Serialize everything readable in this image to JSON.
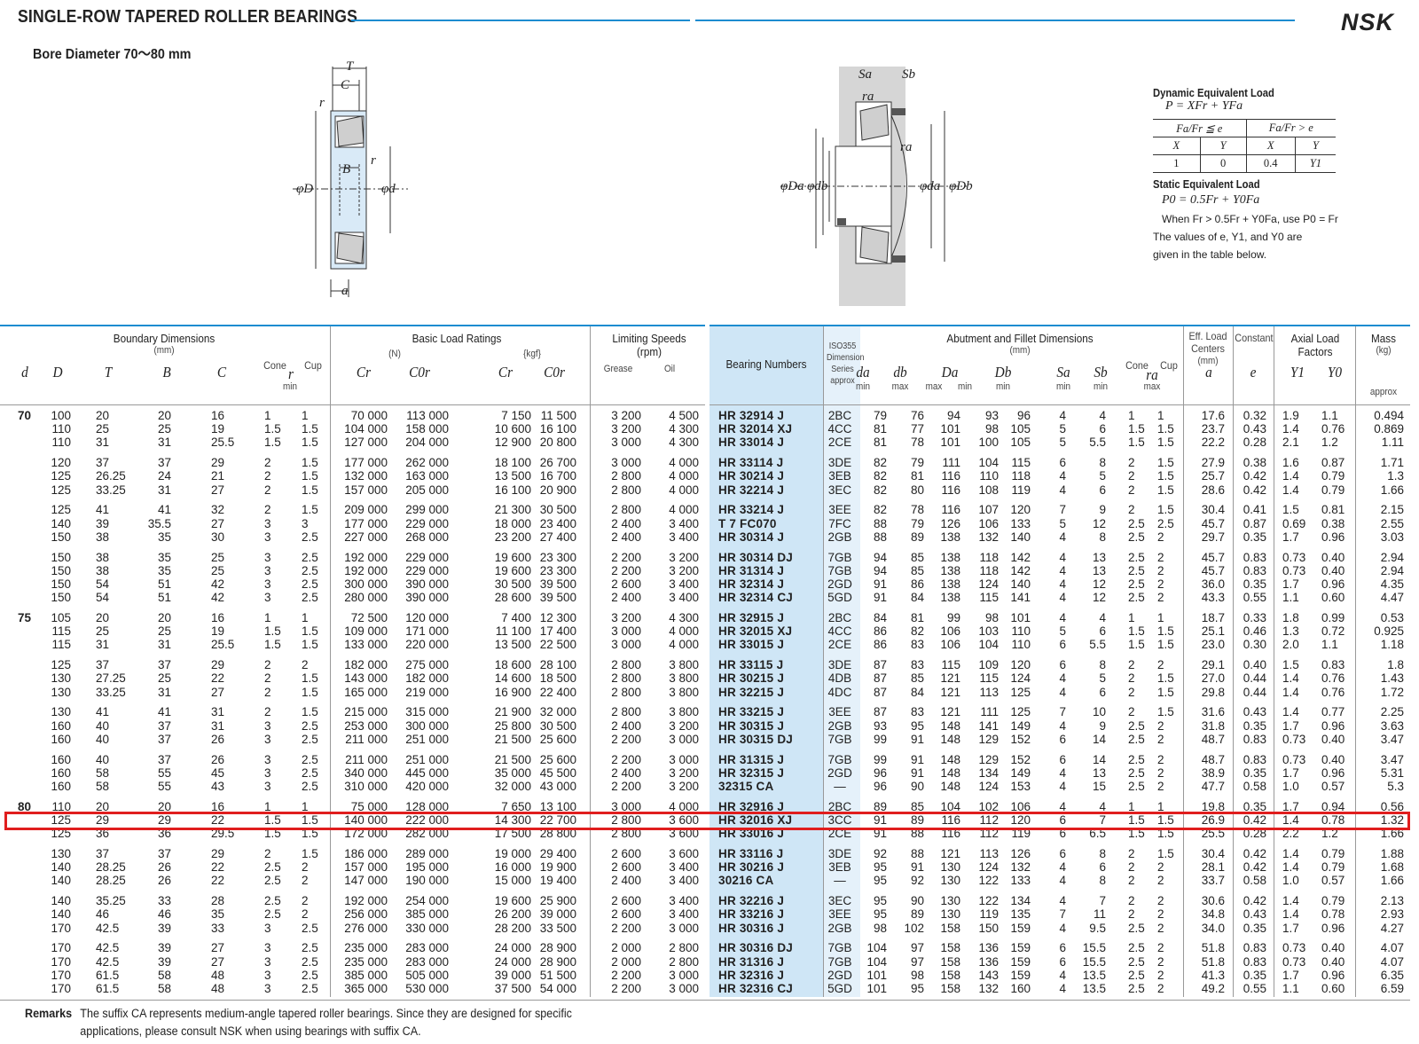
{
  "header": {
    "title": "SINGLE-ROW TAPERED ROLLER BEARINGS",
    "bore_label": "Bore Diameter   70～80 mm",
    "logo": "NSK"
  },
  "figure_left_labels": [
    "T",
    "C",
    "r",
    "B",
    "r",
    "φD",
    "φd",
    "a"
  ],
  "figure_right_labels": [
    "Sa",
    "Sb",
    "ra",
    "ra",
    "φDa",
    "φdb",
    "φda",
    "φDb"
  ],
  "equivalent_load": {
    "dynamic_title": "Dynamic Equivalent Load",
    "dynamic_formula": "P = XFr + YFa",
    "head_left": "Fa/Fr ≦ e",
    "head_right": "Fa/Fr > e",
    "cols": [
      "X",
      "Y",
      "X",
      "Y"
    ],
    "vals": [
      "1",
      "0",
      "0.4",
      "Y1"
    ],
    "static_title": "Static Equivalent Load",
    "static_formula": "P0 = 0.5Fr + Y0Fa",
    "static_note": "When Fr > 0.5Fr + Y0Fa, use P0 = Fr",
    "static_note2": "The values of e, Y1, and Y0 are",
    "static_note3": "given in the table below."
  },
  "table_headers": {
    "boundary": "Boundary Dimensions",
    "boundary_unit": "(mm)",
    "basic_load": "Basic Load Ratings",
    "unit_n": "(N)",
    "unit_kgf": "{kgf}",
    "limiting": "Limiting Speeds",
    "limiting_unit": "(rpm)",
    "grease": "Grease",
    "oil": "Oil",
    "bearing_numbers": "Bearing Numbers",
    "iso": "ISO355 Dimension Series approx",
    "abutment": "Abutment and Fillet Dimensions",
    "abutment_unit": "(mm)",
    "eff_load": "Eff. Load Centers",
    "eff_unit": "(mm)",
    "constant": "Constant",
    "axial": "Axial Load Factors",
    "mass": "Mass",
    "mass_unit": "(kg)",
    "approx": "approx",
    "cone": "Cone",
    "cup": "Cup",
    "min": "min",
    "max": "max",
    "d": "d",
    "D": "D",
    "T": "T",
    "B": "B",
    "C": "C",
    "r": "r",
    "Cr": "Cr",
    "C0r": "C0r",
    "da": "da",
    "db": "db",
    "Da": "Da",
    "Db": "Db",
    "Sa": "Sa",
    "Sb": "Sb",
    "ra": "ra",
    "a": "a",
    "e": "e",
    "Y1": "Y1",
    "Y0": "Y0"
  },
  "rows": [
    [
      "70",
      "100",
      "20",
      "20",
      "16",
      "1",
      "1",
      "70 000",
      "113 000",
      "7 150",
      "11 500",
      "3 200",
      "4 500",
      "HR 32914 J",
      "2BC",
      "79",
      "76",
      "94",
      "93",
      "96",
      "4",
      "4",
      "1",
      "1",
      "17.6",
      "0.32",
      "1.9",
      "1.1",
      "0.494"
    ],
    [
      "",
      "110",
      "25",
      "25",
      "19",
      "1.5",
      "1.5",
      "104 000",
      "158 000",
      "10 600",
      "16 100",
      "3 200",
      "4 300",
      "HR 32014 XJ",
      "4CC",
      "81",
      "77",
      "101",
      "98",
      "105",
      "5",
      "6",
      "1.5",
      "1.5",
      "23.7",
      "0.43",
      "1.4",
      "0.76",
      "0.869"
    ],
    [
      "",
      "110",
      "31",
      "31",
      "25.5",
      "1.5",
      "1.5",
      "127 000",
      "204 000",
      "12 900",
      "20 800",
      "3 000",
      "4 300",
      "HR 33014 J",
      "2CE",
      "81",
      "78",
      "101",
      "100",
      "105",
      "5",
      "5.5",
      "1.5",
      "1.5",
      "22.2",
      "0.28",
      "2.1",
      "1.2",
      "1.11"
    ],
    [
      "",
      "120",
      "37",
      "37",
      "29",
      "2",
      "1.5",
      "177 000",
      "262 000",
      "18 100",
      "26 700",
      "3 000",
      "4 000",
      "HR 33114 J",
      "3DE",
      "82",
      "79",
      "111",
      "104",
      "115",
      "6",
      "8",
      "2",
      "1.5",
      "27.9",
      "0.38",
      "1.6",
      "0.87",
      "1.71"
    ],
    [
      "",
      "125",
      "26.25",
      "24",
      "21",
      "2",
      "1.5",
      "132 000",
      "163 000",
      "13 500",
      "16 700",
      "2 800",
      "4 000",
      "HR 30214 J",
      "3EB",
      "82",
      "81",
      "116",
      "110",
      "118",
      "4",
      "5",
      "2",
      "1.5",
      "25.7",
      "0.42",
      "1.4",
      "0.79",
      "1.3"
    ],
    [
      "",
      "125",
      "33.25",
      "31",
      "27",
      "2",
      "1.5",
      "157 000",
      "205 000",
      "16 100",
      "20 900",
      "2 800",
      "4 000",
      "HR 32214 J",
      "3EC",
      "82",
      "80",
      "116",
      "108",
      "119",
      "4",
      "6",
      "2",
      "1.5",
      "28.6",
      "0.42",
      "1.4",
      "0.79",
      "1.66"
    ],
    [
      "",
      "125",
      "41",
      "41",
      "32",
      "2",
      "1.5",
      "209 000",
      "299 000",
      "21 300",
      "30 500",
      "2 800",
      "4 000",
      "HR 33214 J",
      "3EE",
      "82",
      "78",
      "116",
      "107",
      "120",
      "7",
      "9",
      "2",
      "1.5",
      "30.4",
      "0.41",
      "1.5",
      "0.81",
      "2.15"
    ],
    [
      "",
      "140",
      "39",
      "35.5",
      "27",
      "3",
      "3",
      "177 000",
      "229 000",
      "18 000",
      "23 400",
      "2 400",
      "3 400",
      "T 7 FC070",
      "7FC",
      "88",
      "79",
      "126",
      "106",
      "133",
      "5",
      "12",
      "2.5",
      "2.5",
      "45.7",
      "0.87",
      "0.69",
      "0.38",
      "2.55"
    ],
    [
      "",
      "150",
      "38",
      "35",
      "30",
      "3",
      "2.5",
      "227 000",
      "268 000",
      "23 200",
      "27 400",
      "2 400",
      "3 400",
      "HR 30314 J",
      "2GB",
      "88",
      "89",
      "138",
      "132",
      "140",
      "4",
      "8",
      "2.5",
      "2",
      "29.7",
      "0.35",
      "1.7",
      "0.96",
      "3.03"
    ],
    [
      "",
      "150",
      "38",
      "35",
      "25",
      "3",
      "2.5",
      "192 000",
      "229 000",
      "19 600",
      "23 300",
      "2 200",
      "3 200",
      "HR 30314 DJ",
      "7GB",
      "94",
      "85",
      "138",
      "118",
      "142",
      "4",
      "13",
      "2.5",
      "2",
      "45.7",
      "0.83",
      "0.73",
      "0.40",
      "2.94"
    ],
    [
      "",
      "150",
      "38",
      "35",
      "25",
      "3",
      "2.5",
      "192 000",
      "229 000",
      "19 600",
      "23 300",
      "2 200",
      "3 200",
      "HR 31314 J",
      "7GB",
      "94",
      "85",
      "138",
      "118",
      "142",
      "4",
      "13",
      "2.5",
      "2",
      "45.7",
      "0.83",
      "0.73",
      "0.40",
      "2.94"
    ],
    [
      "",
      "150",
      "54",
      "51",
      "42",
      "3",
      "2.5",
      "300 000",
      "390 000",
      "30 500",
      "39 500",
      "2 600",
      "3 400",
      "HR 32314 J",
      "2GD",
      "91",
      "86",
      "138",
      "124",
      "140",
      "4",
      "12",
      "2.5",
      "2",
      "36.0",
      "0.35",
      "1.7",
      "0.96",
      "4.35"
    ],
    [
      "",
      "150",
      "54",
      "51",
      "42",
      "3",
      "2.5",
      "280 000",
      "390 000",
      "28 600",
      "39 500",
      "2 400",
      "3 400",
      "HR 32314 CJ",
      "5GD",
      "91",
      "84",
      "138",
      "115",
      "141",
      "4",
      "12",
      "2.5",
      "2",
      "43.3",
      "0.55",
      "1.1",
      "0.60",
      "4.47"
    ],
    [
      "75",
      "105",
      "20",
      "20",
      "16",
      "1",
      "1",
      "72 500",
      "120 000",
      "7 400",
      "12 300",
      "3 200",
      "4 300",
      "HR 32915 J",
      "2BC",
      "84",
      "81",
      "99",
      "98",
      "101",
      "4",
      "4",
      "1",
      "1",
      "18.7",
      "0.33",
      "1.8",
      "0.99",
      "0.53"
    ],
    [
      "",
      "115",
      "25",
      "25",
      "19",
      "1.5",
      "1.5",
      "109 000",
      "171 000",
      "11 100",
      "17 400",
      "3 000",
      "4 000",
      "HR 32015 XJ",
      "4CC",
      "86",
      "82",
      "106",
      "103",
      "110",
      "5",
      "6",
      "1.5",
      "1.5",
      "25.1",
      "0.46",
      "1.3",
      "0.72",
      "0.925"
    ],
    [
      "",
      "115",
      "31",
      "31",
      "25.5",
      "1.5",
      "1.5",
      "133 000",
      "220 000",
      "13 500",
      "22 500",
      "3 000",
      "4 000",
      "HR 33015 J",
      "2CE",
      "86",
      "83",
      "106",
      "104",
      "110",
      "6",
      "5.5",
      "1.5",
      "1.5",
      "23.0",
      "0.30",
      "2.0",
      "1.1",
      "1.18"
    ],
    [
      "",
      "125",
      "37",
      "37",
      "29",
      "2",
      "2",
      "182 000",
      "275 000",
      "18 600",
      "28 100",
      "2 800",
      "3 800",
      "HR 33115 J",
      "3DE",
      "87",
      "83",
      "115",
      "109",
      "120",
      "6",
      "8",
      "2",
      "2",
      "29.1",
      "0.40",
      "1.5",
      "0.83",
      "1.8"
    ],
    [
      "",
      "130",
      "27.25",
      "25",
      "22",
      "2",
      "1.5",
      "143 000",
      "182 000",
      "14 600",
      "18 500",
      "2 800",
      "3 800",
      "HR 30215 J",
      "4DB",
      "87",
      "85",
      "121",
      "115",
      "124",
      "4",
      "5",
      "2",
      "1.5",
      "27.0",
      "0.44",
      "1.4",
      "0.76",
      "1.43"
    ],
    [
      "",
      "130",
      "33.25",
      "31",
      "27",
      "2",
      "1.5",
      "165 000",
      "219 000",
      "16 900",
      "22 400",
      "2 800",
      "3 800",
      "HR 32215 J",
      "4DC",
      "87",
      "84",
      "121",
      "113",
      "125",
      "4",
      "6",
      "2",
      "1.5",
      "29.8",
      "0.44",
      "1.4",
      "0.76",
      "1.72"
    ],
    [
      "",
      "130",
      "41",
      "41",
      "31",
      "2",
      "1.5",
      "215 000",
      "315 000",
      "21 900",
      "32 000",
      "2 800",
      "3 800",
      "HR 33215 J",
      "3EE",
      "87",
      "83",
      "121",
      "111",
      "125",
      "7",
      "10",
      "2",
      "1.5",
      "31.6",
      "0.43",
      "1.4",
      "0.77",
      "2.25"
    ],
    [
      "",
      "160",
      "40",
      "37",
      "31",
      "3",
      "2.5",
      "253 000",
      "300 000",
      "25 800",
      "30 500",
      "2 400",
      "3 200",
      "HR 30315 J",
      "2GB",
      "93",
      "95",
      "148",
      "141",
      "149",
      "4",
      "9",
      "2.5",
      "2",
      "31.8",
      "0.35",
      "1.7",
      "0.96",
      "3.63"
    ],
    [
      "",
      "160",
      "40",
      "37",
      "26",
      "3",
      "2.5",
      "211 000",
      "251 000",
      "21 500",
      "25 600",
      "2 200",
      "3 000",
      "HR 30315 DJ",
      "7GB",
      "99",
      "91",
      "148",
      "129",
      "152",
      "6",
      "14",
      "2.5",
      "2",
      "48.7",
      "0.83",
      "0.73",
      "0.40",
      "3.47"
    ],
    [
      "",
      "160",
      "40",
      "37",
      "26",
      "3",
      "2.5",
      "211 000",
      "251 000",
      "21 500",
      "25 600",
      "2 200",
      "3 000",
      "HR 31315 J",
      "7GB",
      "99",
      "91",
      "148",
      "129",
      "152",
      "6",
      "14",
      "2.5",
      "2",
      "48.7",
      "0.83",
      "0.73",
      "0.40",
      "3.47"
    ],
    [
      "",
      "160",
      "58",
      "55",
      "45",
      "3",
      "2.5",
      "340 000",
      "445 000",
      "35 000",
      "45 500",
      "2 400",
      "3 200",
      "HR 32315 J",
      "2GD",
      "96",
      "91",
      "148",
      "134",
      "149",
      "4",
      "13",
      "2.5",
      "2",
      "38.9",
      "0.35",
      "1.7",
      "0.96",
      "5.31"
    ],
    [
      "",
      "160",
      "58",
      "55",
      "43",
      "3",
      "2.5",
      "310 000",
      "420 000",
      "32 000",
      "43 000",
      "2 200",
      "3 200",
      "32315 CA",
      "—",
      "96",
      "90",
      "148",
      "124",
      "153",
      "4",
      "15",
      "2.5",
      "2",
      "47.7",
      "0.58",
      "1.0",
      "0.57",
      "5.3"
    ],
    [
      "80",
      "110",
      "20",
      "20",
      "16",
      "1",
      "1",
      "75 000",
      "128 000",
      "7 650",
      "13 100",
      "3 000",
      "4 000",
      "HR 32916 J",
      "2BC",
      "89",
      "85",
      "104",
      "102",
      "106",
      "4",
      "4",
      "1",
      "1",
      "19.8",
      "0.35",
      "1.7",
      "0.94",
      "0.56"
    ],
    [
      "",
      "125",
      "29",
      "29",
      "22",
      "1.5",
      "1.5",
      "140 000",
      "222 000",
      "14 300",
      "22 700",
      "2 800",
      "3 600",
      "HR 32016 XJ",
      "3CC",
      "91",
      "89",
      "116",
      "112",
      "120",
      "6",
      "7",
      "1.5",
      "1.5",
      "26.9",
      "0.42",
      "1.4",
      "0.78",
      "1.32"
    ],
    [
      "",
      "125",
      "36",
      "36",
      "29.5",
      "1.5",
      "1.5",
      "172 000",
      "282 000",
      "17 500",
      "28 800",
      "2 800",
      "3 600",
      "HR 33016 J",
      "2CE",
      "91",
      "88",
      "116",
      "112",
      "119",
      "6",
      "6.5",
      "1.5",
      "1.5",
      "25.5",
      "0.28",
      "2.2",
      "1.2",
      "1.66"
    ],
    [
      "",
      "130",
      "37",
      "37",
      "29",
      "2",
      "1.5",
      "186 000",
      "289 000",
      "19 000",
      "29 400",
      "2 600",
      "3 600",
      "HR 33116 J",
      "3DE",
      "92",
      "88",
      "121",
      "113",
      "126",
      "6",
      "8",
      "2",
      "1.5",
      "30.4",
      "0.42",
      "1.4",
      "0.79",
      "1.88"
    ],
    [
      "",
      "140",
      "28.25",
      "26",
      "22",
      "2.5",
      "2",
      "157 000",
      "195 000",
      "16 000",
      "19 900",
      "2 600",
      "3 400",
      "HR 30216 J",
      "3EB",
      "95",
      "91",
      "130",
      "124",
      "132",
      "4",
      "6",
      "2",
      "2",
      "28.1",
      "0.42",
      "1.4",
      "0.79",
      "1.68"
    ],
    [
      "",
      "140",
      "28.25",
      "26",
      "22",
      "2.5",
      "2",
      "147 000",
      "190 000",
      "15 000",
      "19 400",
      "2 400",
      "3 400",
      "30216 CA",
      "—",
      "95",
      "92",
      "130",
      "122",
      "133",
      "4",
      "8",
      "2",
      "2",
      "33.7",
      "0.58",
      "1.0",
      "0.57",
      "1.66"
    ],
    [
      "",
      "140",
      "35.25",
      "33",
      "28",
      "2.5",
      "2",
      "192 000",
      "254 000",
      "19 600",
      "25 900",
      "2 600",
      "3 400",
      "HR 32216 J",
      "3EC",
      "95",
      "90",
      "130",
      "122",
      "134",
      "4",
      "7",
      "2",
      "2",
      "30.6",
      "0.42",
      "1.4",
      "0.79",
      "2.13"
    ],
    [
      "",
      "140",
      "46",
      "46",
      "35",
      "2.5",
      "2",
      "256 000",
      "385 000",
      "26 200",
      "39 000",
      "2 600",
      "3 400",
      "HR 33216 J",
      "3EE",
      "95",
      "89",
      "130",
      "119",
      "135",
      "7",
      "11",
      "2",
      "2",
      "34.8",
      "0.43",
      "1.4",
      "0.78",
      "2.93"
    ],
    [
      "",
      "170",
      "42.5",
      "39",
      "33",
      "3",
      "2.5",
      "276 000",
      "330 000",
      "28 200",
      "33 500",
      "2 200",
      "3 000",
      "HR 30316 J",
      "2GB",
      "98",
      "102",
      "158",
      "150",
      "159",
      "4",
      "9.5",
      "2.5",
      "2",
      "34.0",
      "0.35",
      "1.7",
      "0.96",
      "4.27"
    ],
    [
      "",
      "170",
      "42.5",
      "39",
      "27",
      "3",
      "2.5",
      "235 000",
      "283 000",
      "24 000",
      "28 900",
      "2 000",
      "2 800",
      "HR 30316 DJ",
      "7GB",
      "104",
      "97",
      "158",
      "136",
      "159",
      "6",
      "15.5",
      "2.5",
      "2",
      "51.8",
      "0.83",
      "0.73",
      "0.40",
      "4.07"
    ],
    [
      "",
      "170",
      "42.5",
      "39",
      "27",
      "3",
      "2.5",
      "235 000",
      "283 000",
      "24 000",
      "28 900",
      "2 000",
      "2 800",
      "HR 31316 J",
      "7GB",
      "104",
      "97",
      "158",
      "136",
      "159",
      "6",
      "15.5",
      "2.5",
      "2",
      "51.8",
      "0.83",
      "0.73",
      "0.40",
      "4.07"
    ],
    [
      "",
      "170",
      "61.5",
      "58",
      "48",
      "3",
      "2.5",
      "385 000",
      "505 000",
      "39 000",
      "51 500",
      "2 200",
      "3 000",
      "HR 32316 J",
      "2GD",
      "101",
      "98",
      "158",
      "143",
      "159",
      "4",
      "13.5",
      "2.5",
      "2",
      "41.3",
      "0.35",
      "1.7",
      "0.96",
      "6.35"
    ],
    [
      "",
      "170",
      "61.5",
      "58",
      "48",
      "3",
      "2.5",
      "365 000",
      "530 000",
      "37 500",
      "54 000",
      "2 200",
      "3 000",
      "HR 32316 CJ",
      "5GD",
      "101",
      "95",
      "158",
      "132",
      "160",
      "4",
      "13.5",
      "2.5",
      "2",
      "49.2",
      "0.55",
      "1.1",
      "0.60",
      "6.59"
    ]
  ],
  "group_sizes": [
    3,
    3,
    3,
    4,
    3,
    3,
    3,
    3,
    3,
    3,
    3,
    4
  ],
  "highlighted_bearing": "HR 32016 XJ",
  "remarks": {
    "label": "Remarks",
    "text": "The suffix CA represents medium-angle tapered roller bearings. Since they are designed for specific applications, please consult NSK when using bearings with suffix CA."
  },
  "colors": {
    "accent": "#1d8cd0",
    "highlight": "#e01e1e",
    "bearing_col": "#cfe6f6"
  }
}
